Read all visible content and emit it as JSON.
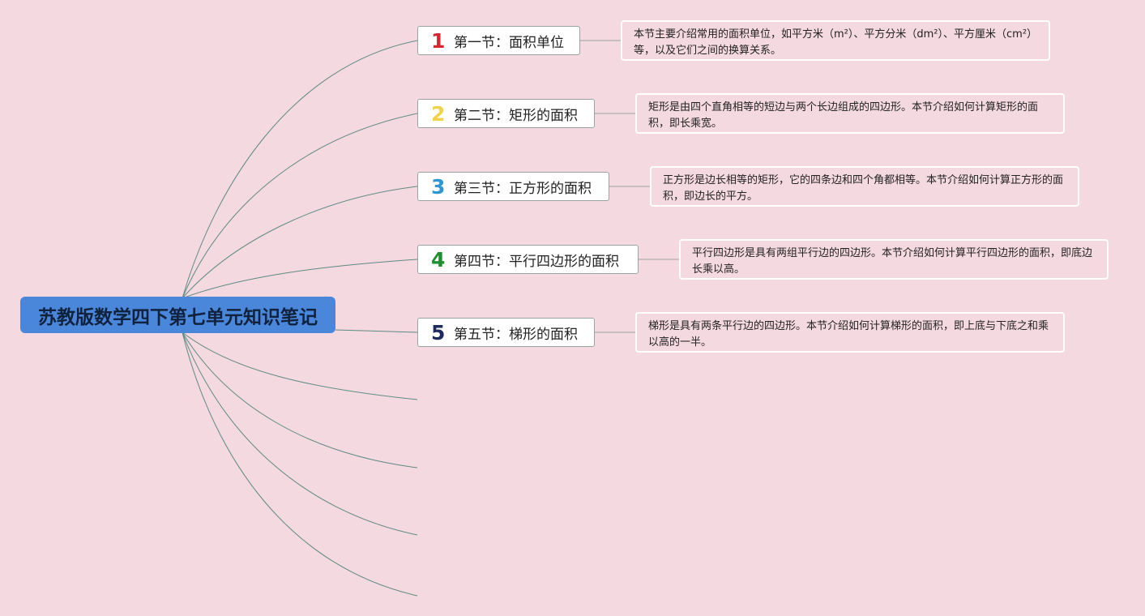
{
  "title": "苏教版数学四下第七单元知识笔记",
  "colors": {
    "background": "#f4d9e1",
    "root": "#4a86d9",
    "line": "#5f8a82"
  },
  "sections": [
    {
      "number": "1",
      "number_color": "#d8262f",
      "label": "第一节：面积单位",
      "note": "本节主要介绍常用的面积单位，如平方米（m²）、平方分米（dm²）、平方厘米（cm²）等，以及它们之间的换算关系。"
    },
    {
      "number": "2",
      "number_color": "#f1d34a",
      "label": "第二节：矩形的面积",
      "note": "矩形是由四个直角相等的短边与两个长边组成的四边形。本节介绍如何计算矩形的面积，即长乘宽。"
    },
    {
      "number": "3",
      "number_color": "#2f96d4",
      "label": "第三节：正方形的面积",
      "note": "正方形是边长相等的矩形，它的四条边和四个角都相等。本节介绍如何计算正方形的面积，即边长的平方。"
    },
    {
      "number": "4",
      "number_color": "#1e8e2f",
      "label": "第四节：平行四边形的面积",
      "note": "平行四边形是具有两组平行边的四边形。本节介绍如何计算平行四边形的面积，即底边长乘以高。"
    },
    {
      "number": "5",
      "number_color": "#1f2a5e",
      "label": "第五节：梯形的面积",
      "note": "梯形是具有两条平行边的四边形。本节介绍如何计算梯形的面积，即上底与下底之和乘以高的一半。"
    }
  ]
}
